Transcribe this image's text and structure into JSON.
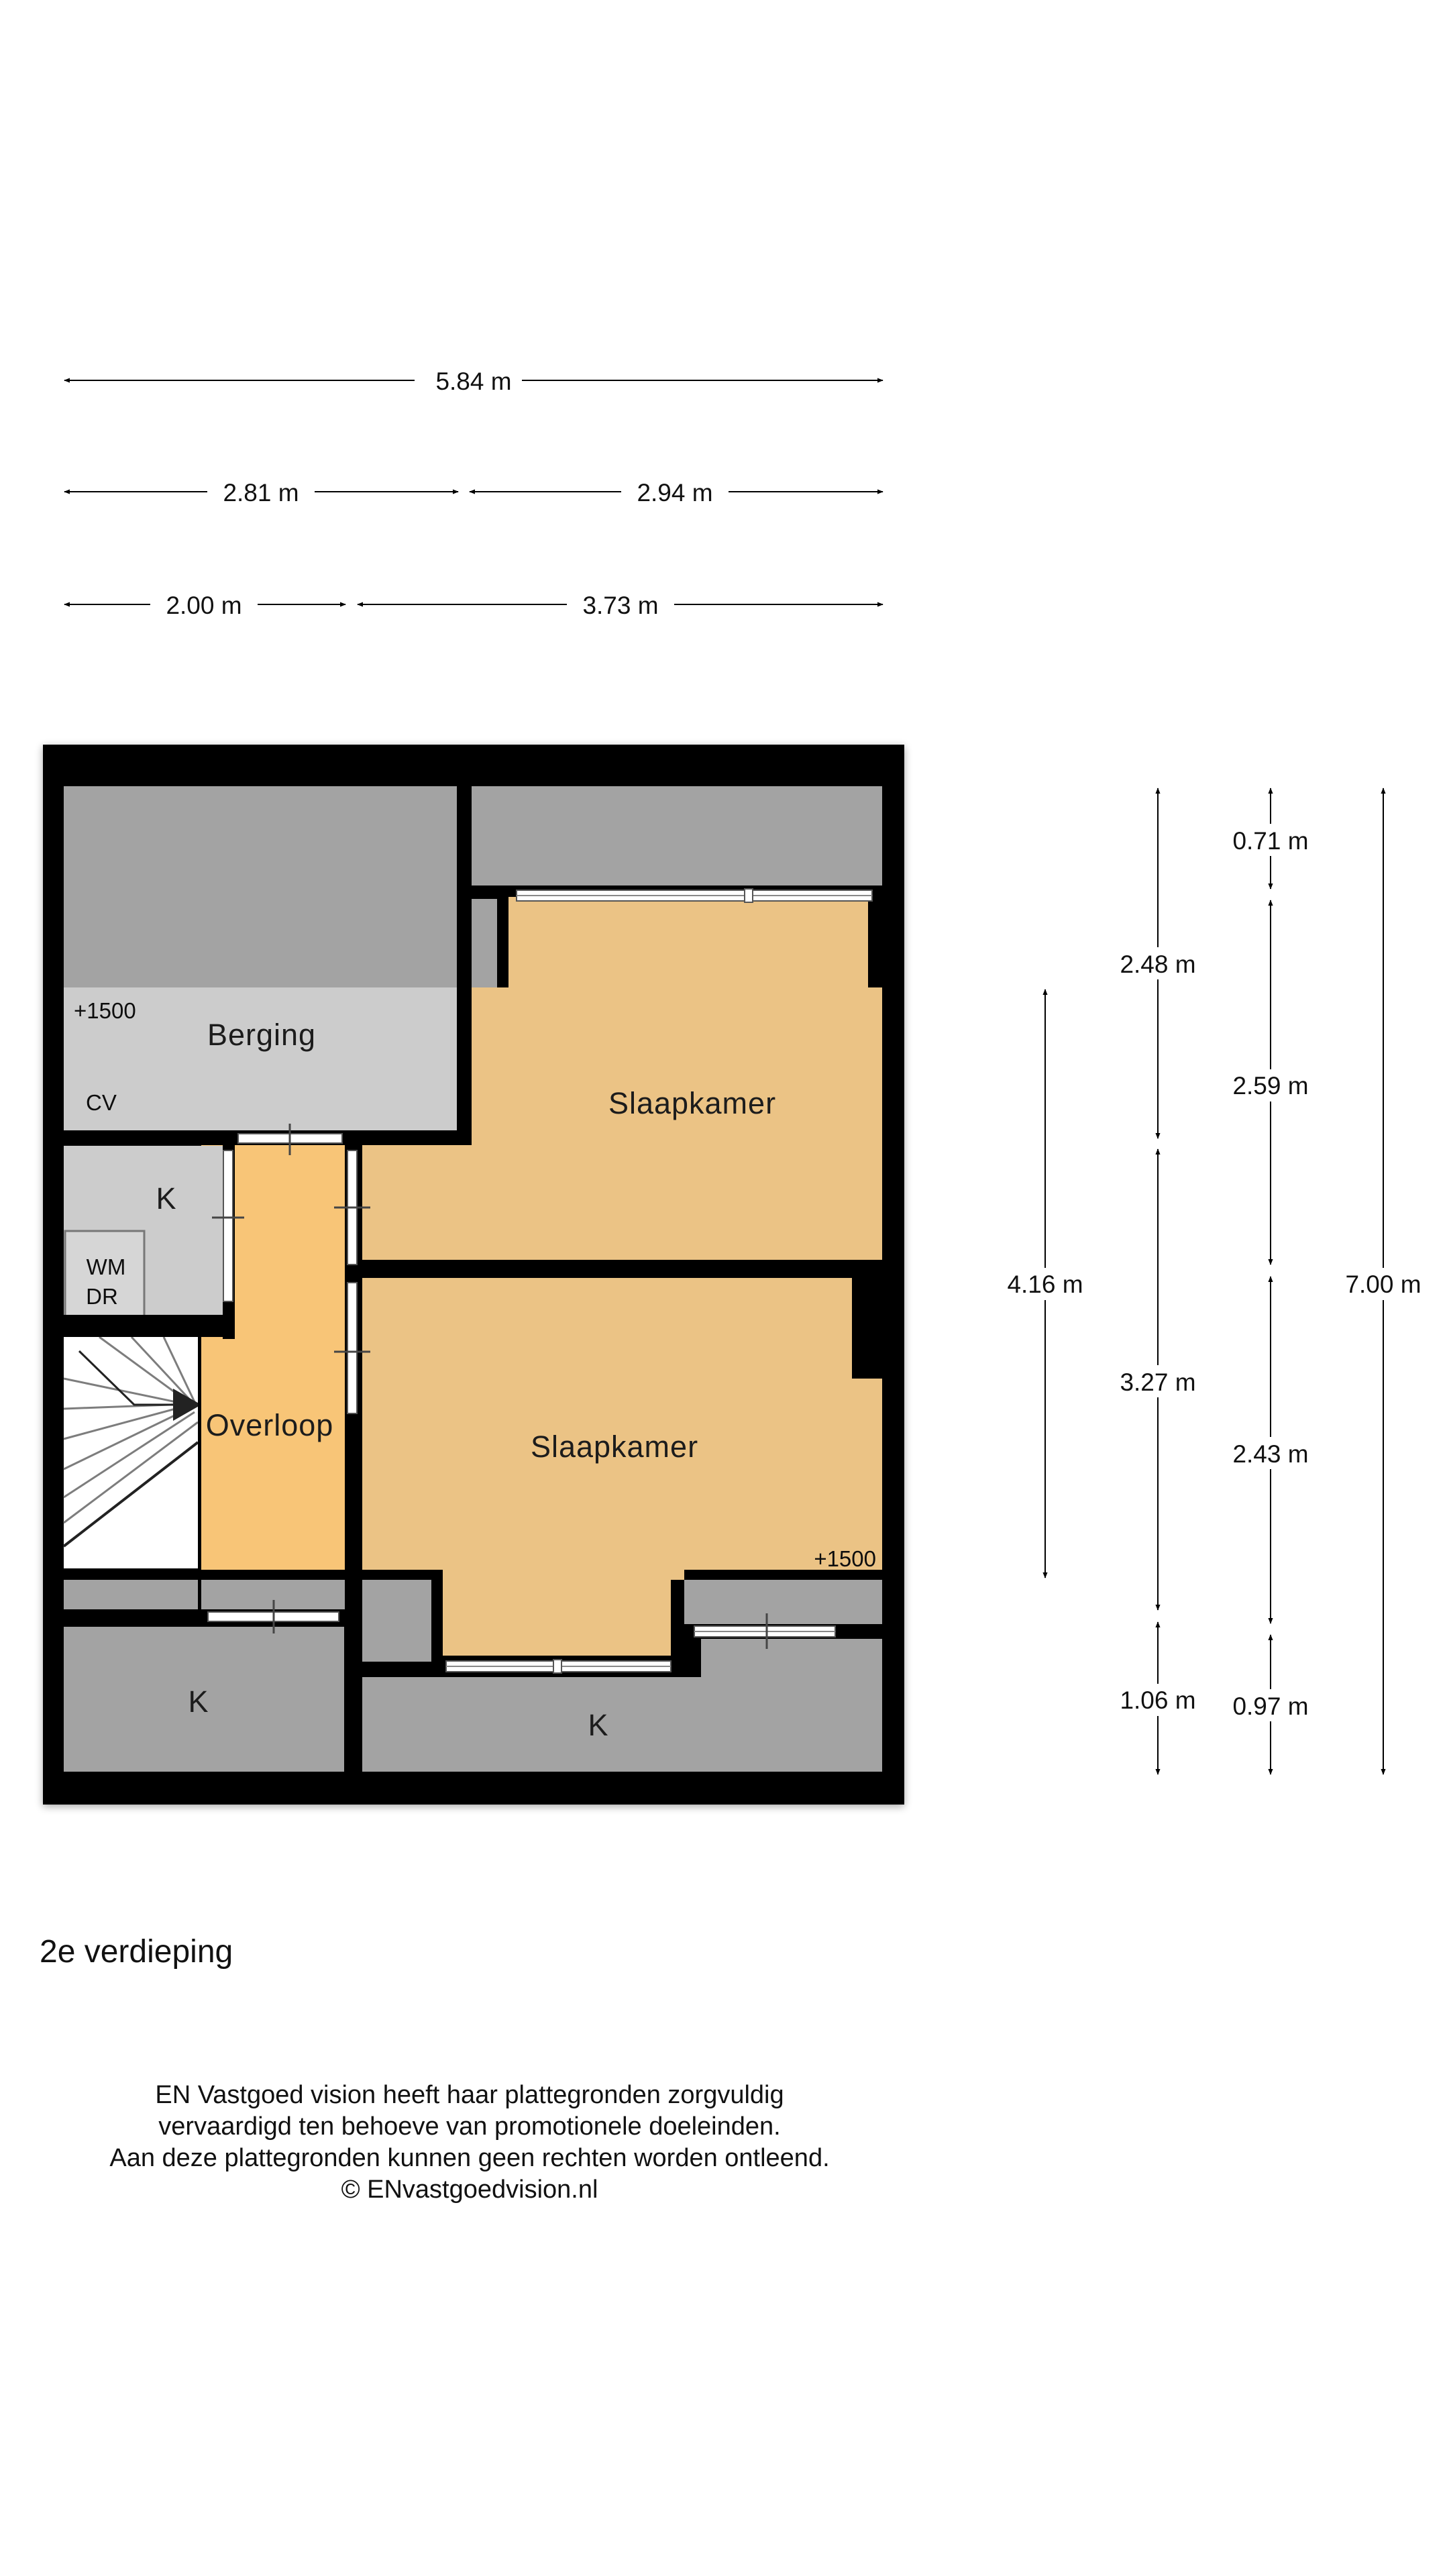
{
  "dimensions": {
    "top_total": "5.84 m",
    "top_left": "2.81 m",
    "top_right": "2.94 m",
    "bottom_left": "2.00 m",
    "bottom_right": "3.73 m",
    "v_left": "4.16 m",
    "v_mid_1": "2.48 m",
    "v_mid_2": "3.27 m",
    "v_mid_3": "1.06 m",
    "v_right_1": "0.71 m",
    "v_right_2": "2.59 m",
    "v_right_3": "2.43 m",
    "v_right_4": "0.97 m",
    "v_total": "7.00 m"
  },
  "rooms": {
    "berging": "Berging",
    "berging_height": "+1500",
    "cv": "CV",
    "slaapkamer_top": "Slaapkamer",
    "slaapkamer_bottom": "Slaapkamer",
    "slaapkamer_height": "+1500",
    "overloop": "Overloop",
    "k_top_left": "K",
    "wm": "WM",
    "dr": "DR",
    "k_bottom_left": "K",
    "k_bottom_right": "K"
  },
  "colors": {
    "wall": "#000000",
    "bedroom": "#ebc385",
    "landing": "#f8c577",
    "dark_gray": "#a3a3a3",
    "light_gray": "#cccccc"
  },
  "floor_name": "2e verdieping",
  "disclaimer": [
    "EN Vastgoed vision heeft haar plattegronden zorgvuldig",
    "vervaardigd ten behoeve van promotionele doeleinden.",
    "Aan deze plattegronden kunnen geen rechten worden ontleend.",
    "© ENvastgoedvision.nl"
  ]
}
